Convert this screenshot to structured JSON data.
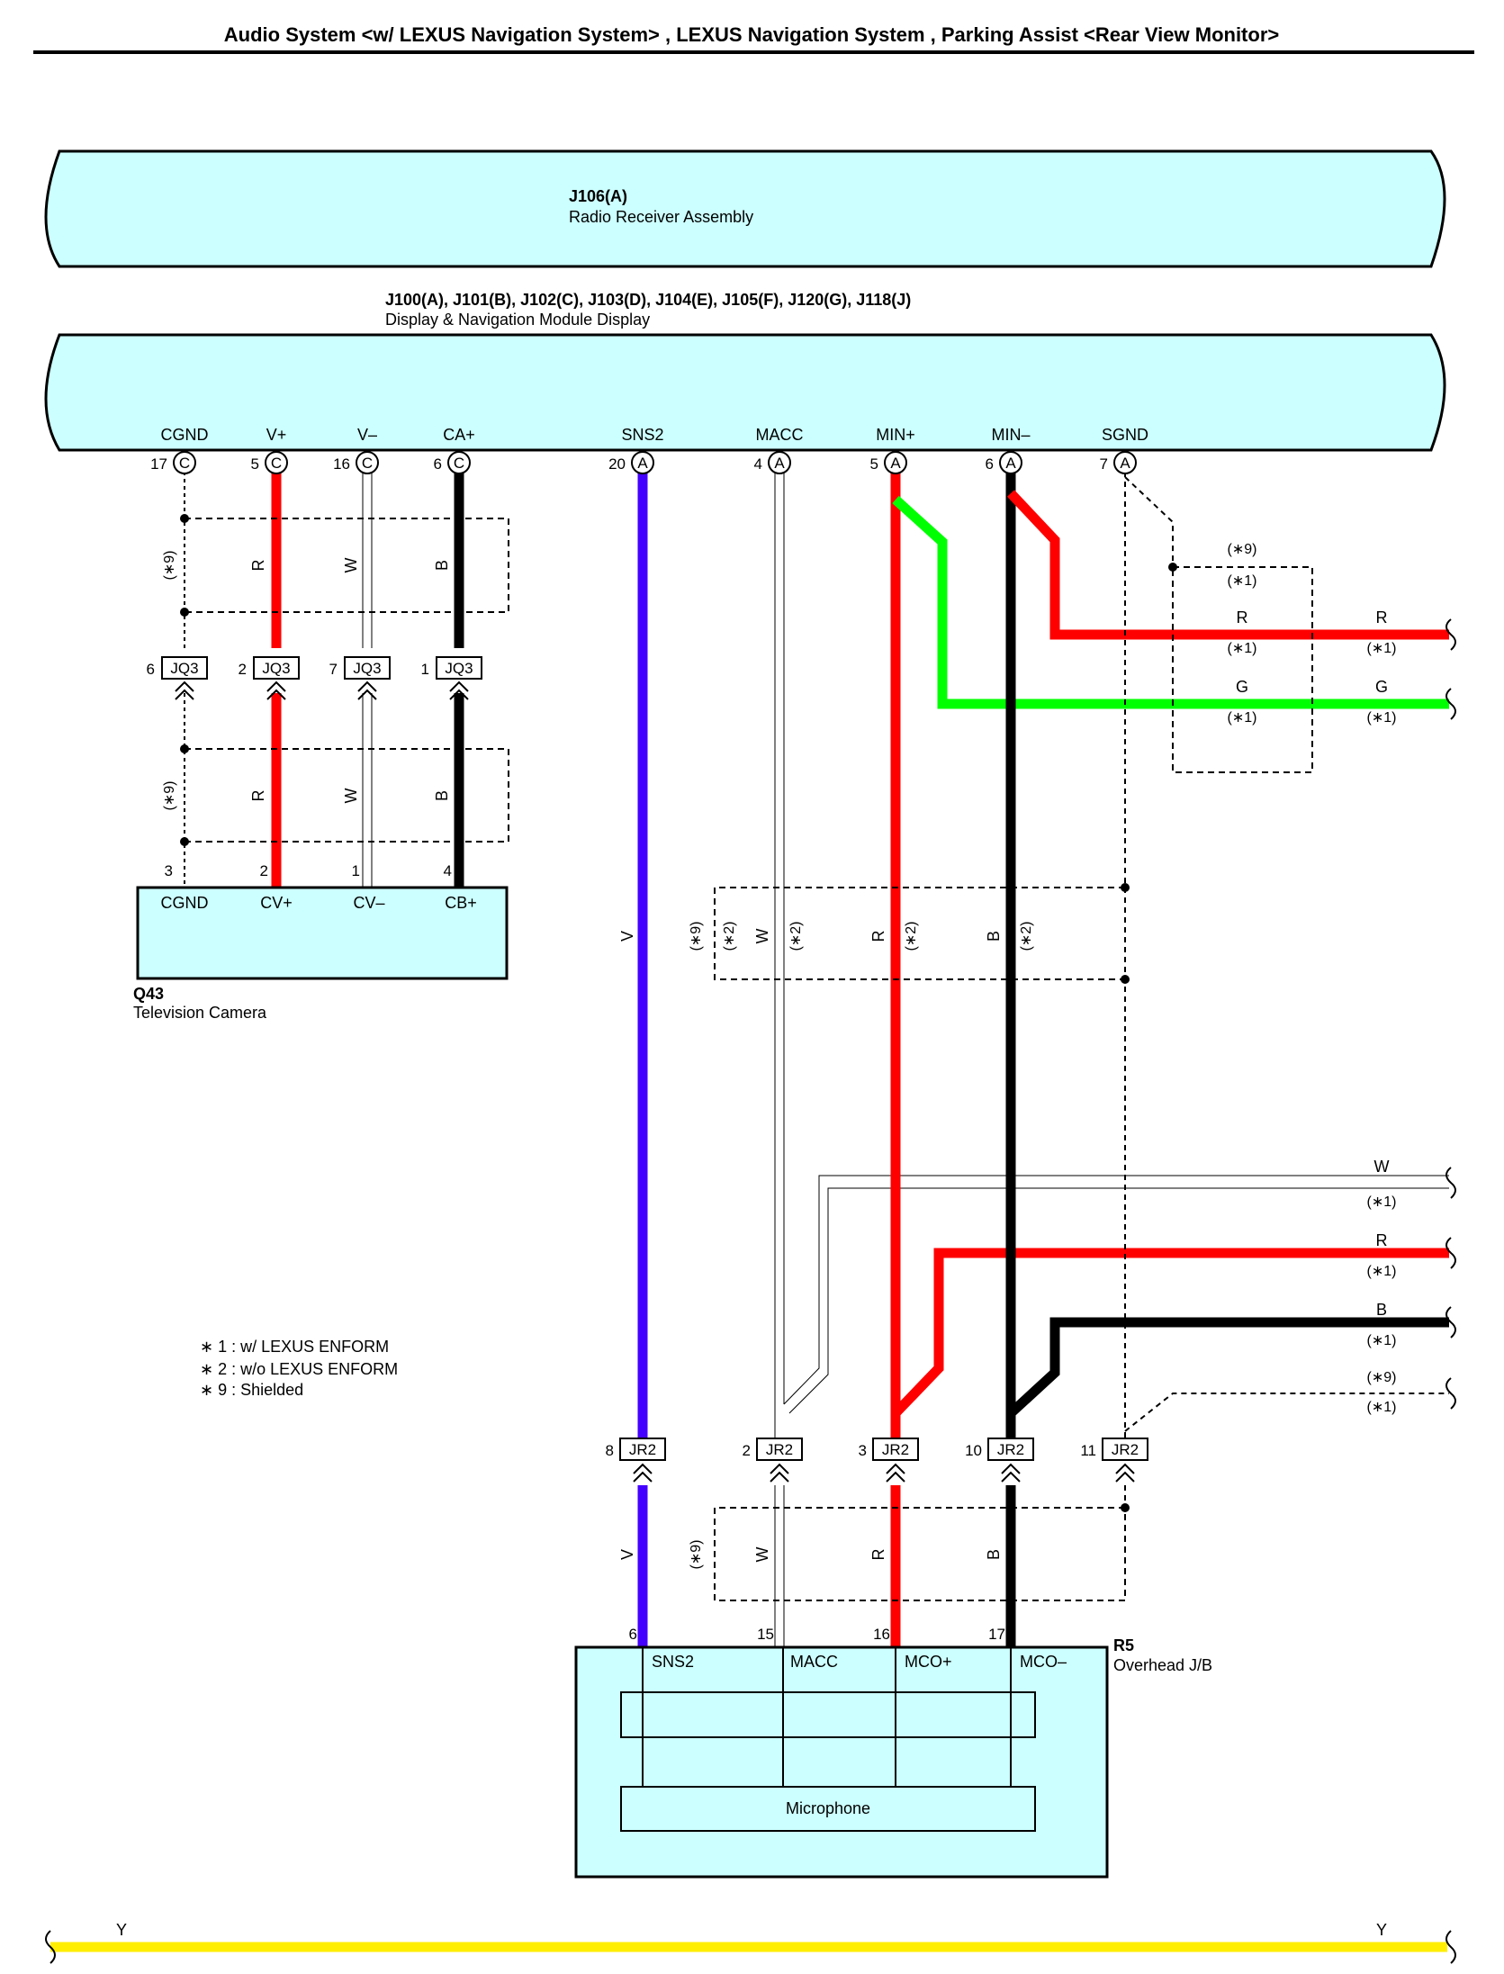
{
  "title": "Audio System <w/ LEXUS Navigation System> , LEXUS Navigation System , Parking Assist <Rear View Monitor>",
  "components": {
    "radio": {
      "code": "J106(A)",
      "name": "Radio Receiver Assembly"
    },
    "display": {
      "code": "J100(A), J101(B), J102(C), J103(D), J104(E), J105(F), J120(G), J118(J)",
      "name": "Display & Navigation Module Display"
    },
    "camera": {
      "code": "Q43",
      "name": "Television Camera"
    },
    "overhead": {
      "code": "R5",
      "name": "Overhead J/B"
    },
    "microphone": {
      "name": "Microphone"
    }
  },
  "display_pins": [
    {
      "term": "CGND",
      "num": "17",
      "conn": "C"
    },
    {
      "term": "V+",
      "num": "5",
      "conn": "C"
    },
    {
      "term": "V–",
      "num": "16",
      "conn": "C"
    },
    {
      "term": "CA+",
      "num": "6",
      "conn": "C"
    },
    {
      "term": "SNS2",
      "num": "20",
      "conn": "A"
    },
    {
      "term": "MACC",
      "num": "4",
      "conn": "A"
    },
    {
      "term": "MIN+",
      "num": "5",
      "conn": "A"
    },
    {
      "term": "MIN–",
      "num": "6",
      "conn": "A"
    },
    {
      "term": "SGND",
      "num": "7",
      "conn": "A"
    }
  ],
  "jq3": {
    "label": "JQ3",
    "pins": [
      "6",
      "2",
      "7",
      "1"
    ]
  },
  "camera_pins": [
    {
      "term": "CGND",
      "num": "3"
    },
    {
      "term": "CV+",
      "num": "2"
    },
    {
      "term": "CV–",
      "num": "1"
    },
    {
      "term": "CB+",
      "num": "4"
    }
  ],
  "jr2": {
    "label": "JR2",
    "pins": [
      "8",
      "2",
      "3",
      "10",
      "11"
    ]
  },
  "overhead_pins": [
    {
      "term": "SNS2",
      "num": "6"
    },
    {
      "term": "MACC",
      "num": "15"
    },
    {
      "term": "MCO+",
      "num": "16"
    },
    {
      "term": "MCO–",
      "num": "17"
    }
  ],
  "wire_colors": {
    "R": "R",
    "W": "W",
    "B": "B",
    "V": "V",
    "G": "G",
    "Y": "Y"
  },
  "notes": {
    "n9": "(∗9)",
    "n1": "(∗1)",
    "n2": "(∗2)"
  },
  "legend": [
    "∗ 1 : w/ LEXUS ENFORM",
    "∗ 2 : w/o LEXUS ENFORM",
    "∗ 9 : Shielded"
  ],
  "colors": {
    "red": "#ff0000",
    "black": "#000000",
    "violet": "#4400ff",
    "green": "#00ff00",
    "yellow": "#ffee00",
    "component_fill": "#ccffff"
  }
}
